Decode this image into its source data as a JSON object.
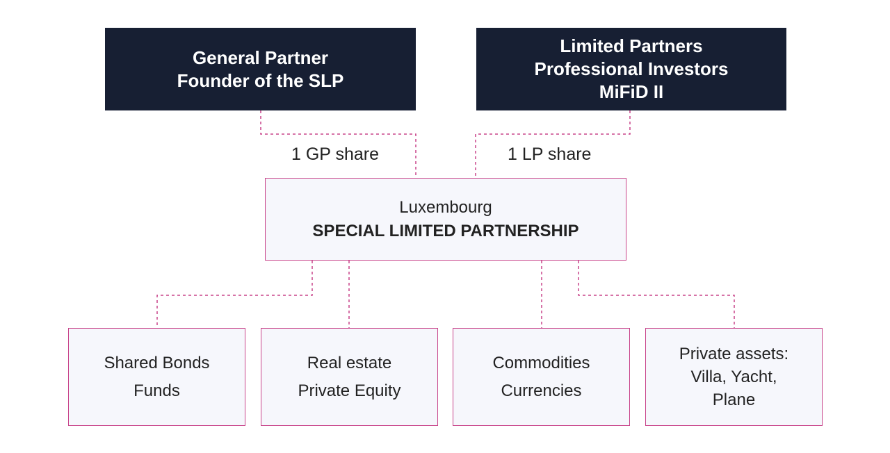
{
  "colors": {
    "dark_box": "#171f33",
    "connector": "#c8438a",
    "light_box": "#f6f7fc"
  },
  "general_partner": {
    "line1": "General Partner",
    "line2": "Founder of the SLP"
  },
  "limited_partners": {
    "line1": "Limited Partners",
    "line2": "Professional Investors",
    "line3": "MiFiD II"
  },
  "gp_share": "1 GP share",
  "lp_share": "1 LP share",
  "slp": {
    "line1": "Luxembourg",
    "line2": "SPECIAL LIMITED PARTNERSHIP"
  },
  "assets": [
    {
      "line1": "Shared Bonds",
      "line2": "Funds"
    },
    {
      "line1": "Real estate",
      "line2": "Private Equity"
    },
    {
      "line1": "Commodities",
      "line2": "Currencies"
    },
    {
      "line1": "Private assets:",
      "line2": "Villa, Yacht,",
      "line3": "Plane"
    }
  ]
}
